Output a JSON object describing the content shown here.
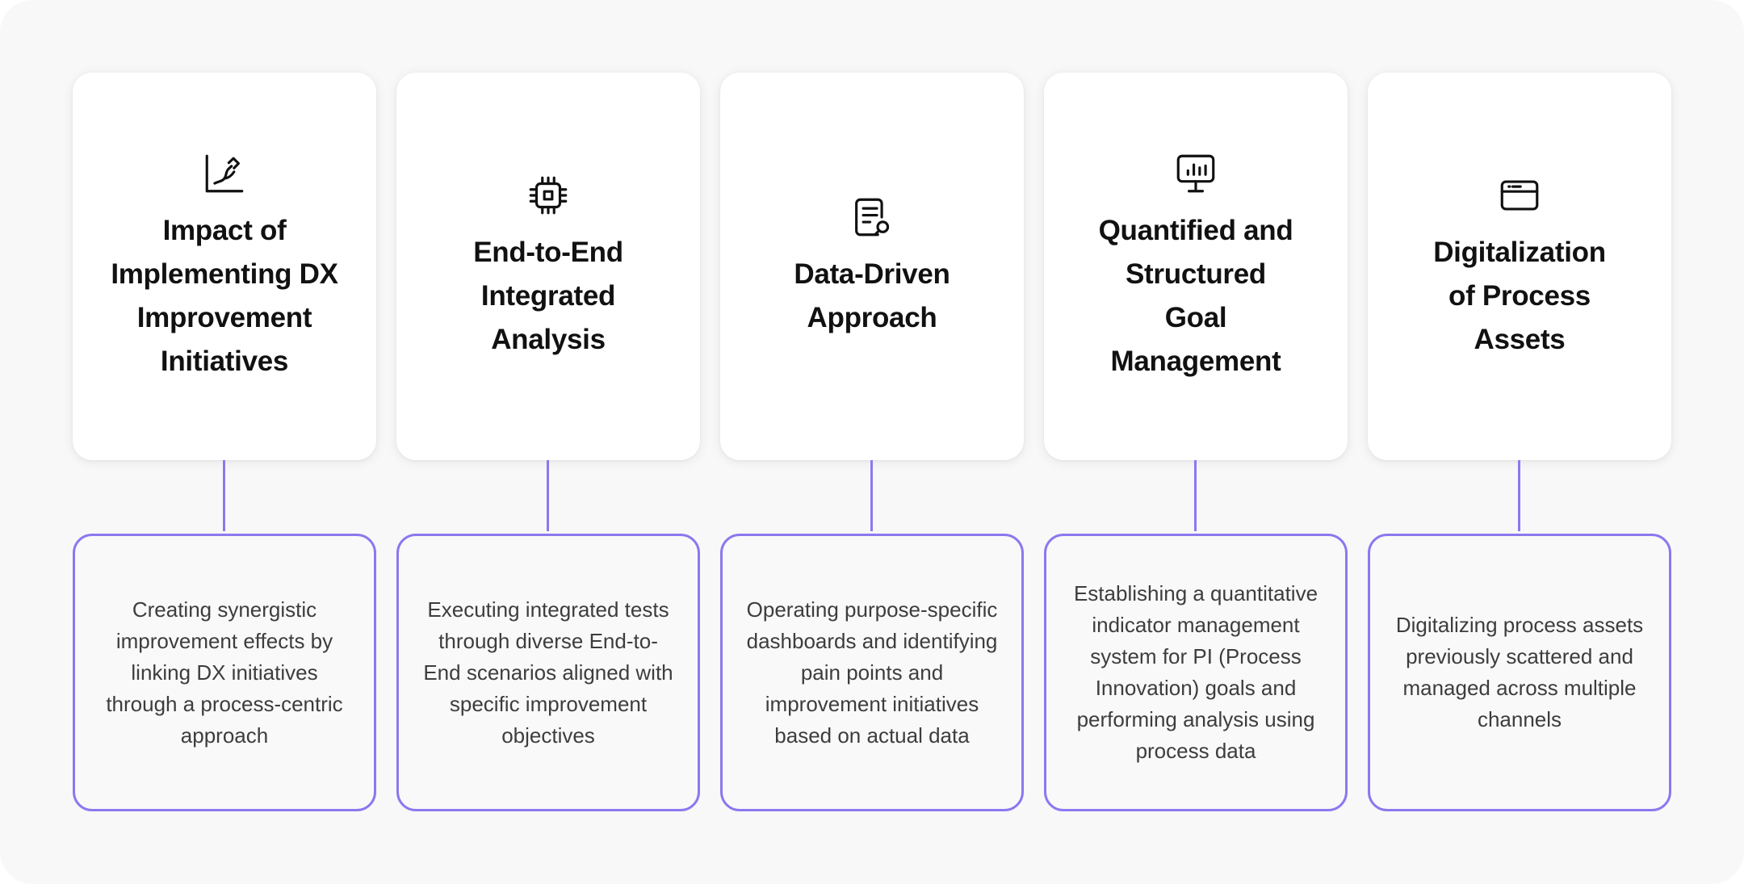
{
  "accent_color": "#8b78f0",
  "items": [
    {
      "icon": "chart-rising-icon",
      "title_lines": [
        "Impact of",
        "Implementing DX",
        "Improvement",
        "Initiatives"
      ],
      "description": "Creating synergistic improvement effects by linking DX initiatives through a process-centric approach"
    },
    {
      "icon": "chip-icon",
      "title_lines": [
        "End-to-End",
        "Integrated",
        "Analysis"
      ],
      "description": "Executing integrated tests through diverse End-to-End scenarios aligned with specific improvement objectives"
    },
    {
      "icon": "document-search-icon",
      "title_lines": [
        "Data-Driven",
        "Approach"
      ],
      "description": "Operating purpose-specific dashboards and identifying pain points and improvement initiatives based on actual data"
    },
    {
      "icon": "monitor-chart-icon",
      "title_lines": [
        "Quantified and",
        "Structured",
        "Goal",
        "Management"
      ],
      "description": "Establishing a quantitative indicator management system for PI (Process Innovation) goals and performing analysis using process data"
    },
    {
      "icon": "credit-card-icon",
      "title_lines": [
        "Digitalization",
        "of Process",
        "Assets"
      ],
      "description": "Digitalizing process assets previously scattered and managed across multiple channels"
    }
  ]
}
